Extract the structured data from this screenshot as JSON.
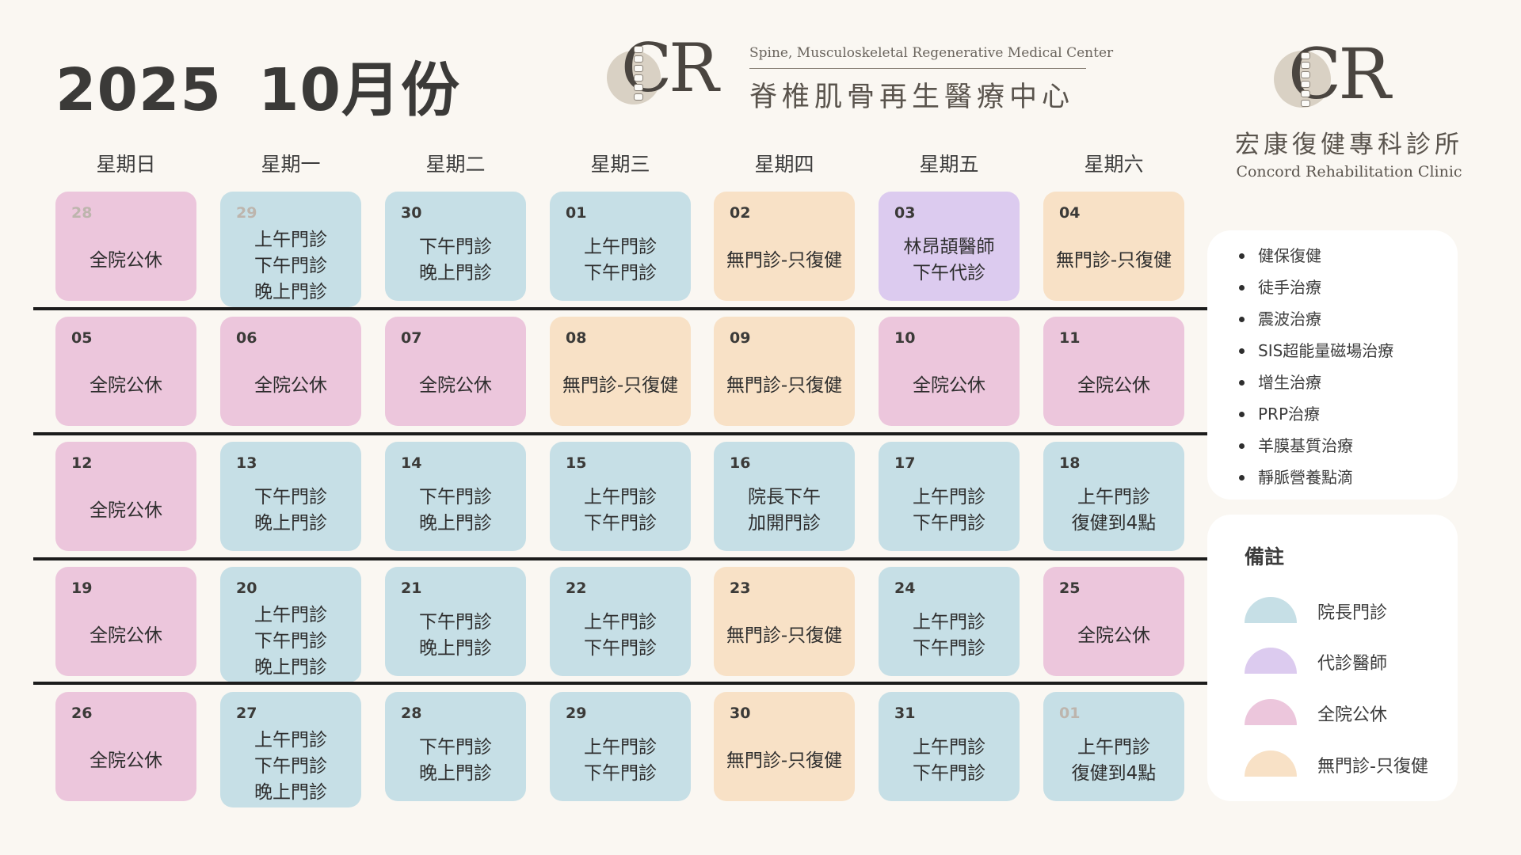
{
  "header": {
    "year": "2025",
    "month": "10月份"
  },
  "logo_center": {
    "mark": "CR",
    "english_name": "Spine, Musculoskeletal Regenerative Medical Center",
    "chinese_name": "脊椎肌骨再生醫療中心"
  },
  "logo_right": {
    "mark": "CR",
    "chinese_name": "宏康復健專科診所",
    "english_name": "Concord Rehabilitation Clinic"
  },
  "weekdays": [
    "星期日",
    "星期一",
    "星期二",
    "星期三",
    "星期四",
    "星期五",
    "星期六"
  ],
  "colors": {
    "director_clinic": "#c6dfe6",
    "substitute_doctor": "#dccbef",
    "closed": "#ecc6dc",
    "rehab_only": "#f8e1c6"
  },
  "calendar": [
    [
      {
        "date": "28",
        "muted": true,
        "type": "closed",
        "lines": [
          "全院公休"
        ]
      },
      {
        "date": "29",
        "muted": true,
        "type": "director_clinic",
        "lines": [
          "上午門診",
          "下午門診",
          "晚上門診"
        ]
      },
      {
        "date": "30",
        "type": "director_clinic",
        "lines": [
          "下午門診",
          "晚上門診"
        ]
      },
      {
        "date": "01",
        "type": "director_clinic",
        "lines": [
          "上午門診",
          "下午門診"
        ]
      },
      {
        "date": "02",
        "type": "rehab_only",
        "lines": [
          "無門診-只復健"
        ]
      },
      {
        "date": "03",
        "type": "substitute_doctor",
        "lines": [
          "林昂頡醫師",
          "下午代診"
        ]
      },
      {
        "date": "04",
        "type": "rehab_only",
        "lines": [
          "無門診-只復健"
        ]
      }
    ],
    [
      {
        "date": "05",
        "type": "closed",
        "lines": [
          "全院公休"
        ]
      },
      {
        "date": "06",
        "type": "closed",
        "lines": [
          "全院公休"
        ]
      },
      {
        "date": "07",
        "type": "closed",
        "lines": [
          "全院公休"
        ]
      },
      {
        "date": "08",
        "type": "rehab_only",
        "lines": [
          "無門診-只復健"
        ]
      },
      {
        "date": "09",
        "type": "rehab_only",
        "lines": [
          "無門診-只復健"
        ]
      },
      {
        "date": "10",
        "type": "closed",
        "lines": [
          "全院公休"
        ]
      },
      {
        "date": "11",
        "type": "closed",
        "lines": [
          "全院公休"
        ]
      }
    ],
    [
      {
        "date": "12",
        "type": "closed",
        "lines": [
          "全院公休"
        ]
      },
      {
        "date": "13",
        "type": "director_clinic",
        "lines": [
          "下午門診",
          "晚上門診"
        ]
      },
      {
        "date": "14",
        "type": "director_clinic",
        "lines": [
          "下午門診",
          "晚上門診"
        ]
      },
      {
        "date": "15",
        "type": "director_clinic",
        "lines": [
          "上午門診",
          "下午門診"
        ]
      },
      {
        "date": "16",
        "type": "director_clinic",
        "lines": [
          "院長下午",
          "加開門診"
        ]
      },
      {
        "date": "17",
        "type": "director_clinic",
        "lines": [
          "上午門診",
          "下午門診"
        ]
      },
      {
        "date": "18",
        "type": "director_clinic",
        "lines": [
          "上午門診",
          "復健到4點"
        ]
      }
    ],
    [
      {
        "date": "19",
        "type": "closed",
        "lines": [
          "全院公休"
        ]
      },
      {
        "date": "20",
        "type": "director_clinic",
        "lines": [
          "上午門診",
          "下午門診",
          "晚上門診"
        ]
      },
      {
        "date": "21",
        "type": "director_clinic",
        "lines": [
          "下午門診",
          "晚上門診"
        ]
      },
      {
        "date": "22",
        "type": "director_clinic",
        "lines": [
          "上午門診",
          "下午門診"
        ]
      },
      {
        "date": "23",
        "type": "rehab_only",
        "lines": [
          "無門診-只復健"
        ]
      },
      {
        "date": "24",
        "type": "director_clinic",
        "lines": [
          "上午門診",
          "下午門診"
        ]
      },
      {
        "date": "25",
        "type": "closed",
        "lines": [
          "全院公休"
        ]
      }
    ],
    [
      {
        "date": "26",
        "type": "closed",
        "lines": [
          "全院公休"
        ]
      },
      {
        "date": "27",
        "type": "director_clinic",
        "lines": [
          "上午門診",
          "下午門診",
          "晚上門診"
        ]
      },
      {
        "date": "28",
        "type": "director_clinic",
        "lines": [
          "下午門診",
          "晚上門診"
        ]
      },
      {
        "date": "29",
        "type": "director_clinic",
        "lines": [
          "上午門診",
          "下午門診"
        ]
      },
      {
        "date": "30",
        "type": "rehab_only",
        "lines": [
          "無門診-只復健"
        ]
      },
      {
        "date": "31",
        "type": "director_clinic",
        "lines": [
          "上午門診",
          "下午門診"
        ]
      },
      {
        "date": "01",
        "muted": true,
        "type": "director_clinic",
        "lines": [
          "上午門診",
          "復健到4點"
        ]
      }
    ]
  ],
  "services": [
    "健保復健",
    "徒手治療",
    "震波治療",
    "SIS超能量磁場治療",
    "增生治療",
    "PRP治療",
    "羊膜基質治療",
    "靜脈營養點滴"
  ],
  "legend": {
    "title": "備註",
    "items": [
      {
        "type": "director_clinic",
        "label": "院長門診"
      },
      {
        "type": "substitute_doctor",
        "label": "代診醫師"
      },
      {
        "type": "closed",
        "label": "全院公休"
      },
      {
        "type": "rehab_only",
        "label": "無門診-只復健"
      }
    ]
  }
}
